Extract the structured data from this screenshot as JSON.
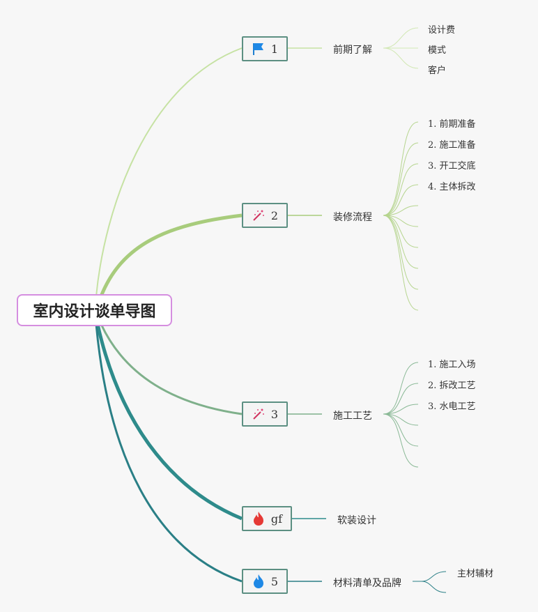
{
  "root": {
    "title": "室内设计谈单导图"
  },
  "branches": [
    {
      "marker": "1",
      "icon": "flag-icon",
      "label": "前期了解",
      "children": [
        "设计费",
        "模式",
        "客户"
      ]
    },
    {
      "marker": "2",
      "icon": "magic-wand-icon",
      "label": "装修流程",
      "children": [
        "1. 前期准备",
        "2. 施工准备",
        "3. 开工交底",
        "4. 主体拆改",
        "",
        "",
        "",
        "",
        "",
        ""
      ]
    },
    {
      "marker": "3",
      "icon": "magic-wand-icon",
      "label": "施工工艺",
      "children": [
        "1. 施工入场",
        "2. 拆改工艺",
        "3. 水电工艺",
        "",
        "",
        ""
      ]
    },
    {
      "marker": "gf",
      "icon": "red-flame-icon",
      "label": "软装设计",
      "children": []
    },
    {
      "marker": "5",
      "icon": "blue-flame-icon",
      "label": "材料清单及品牌",
      "children": [
        "主材辅材",
        ""
      ]
    }
  ],
  "colors": {
    "branch1": "#c6e2a3",
    "branch2": "#a8cc7c",
    "branch3": "#7fb08b",
    "branch4": "#2e8b8b",
    "branch5": "#2a7f86",
    "root_border": "#d58ee0"
  }
}
